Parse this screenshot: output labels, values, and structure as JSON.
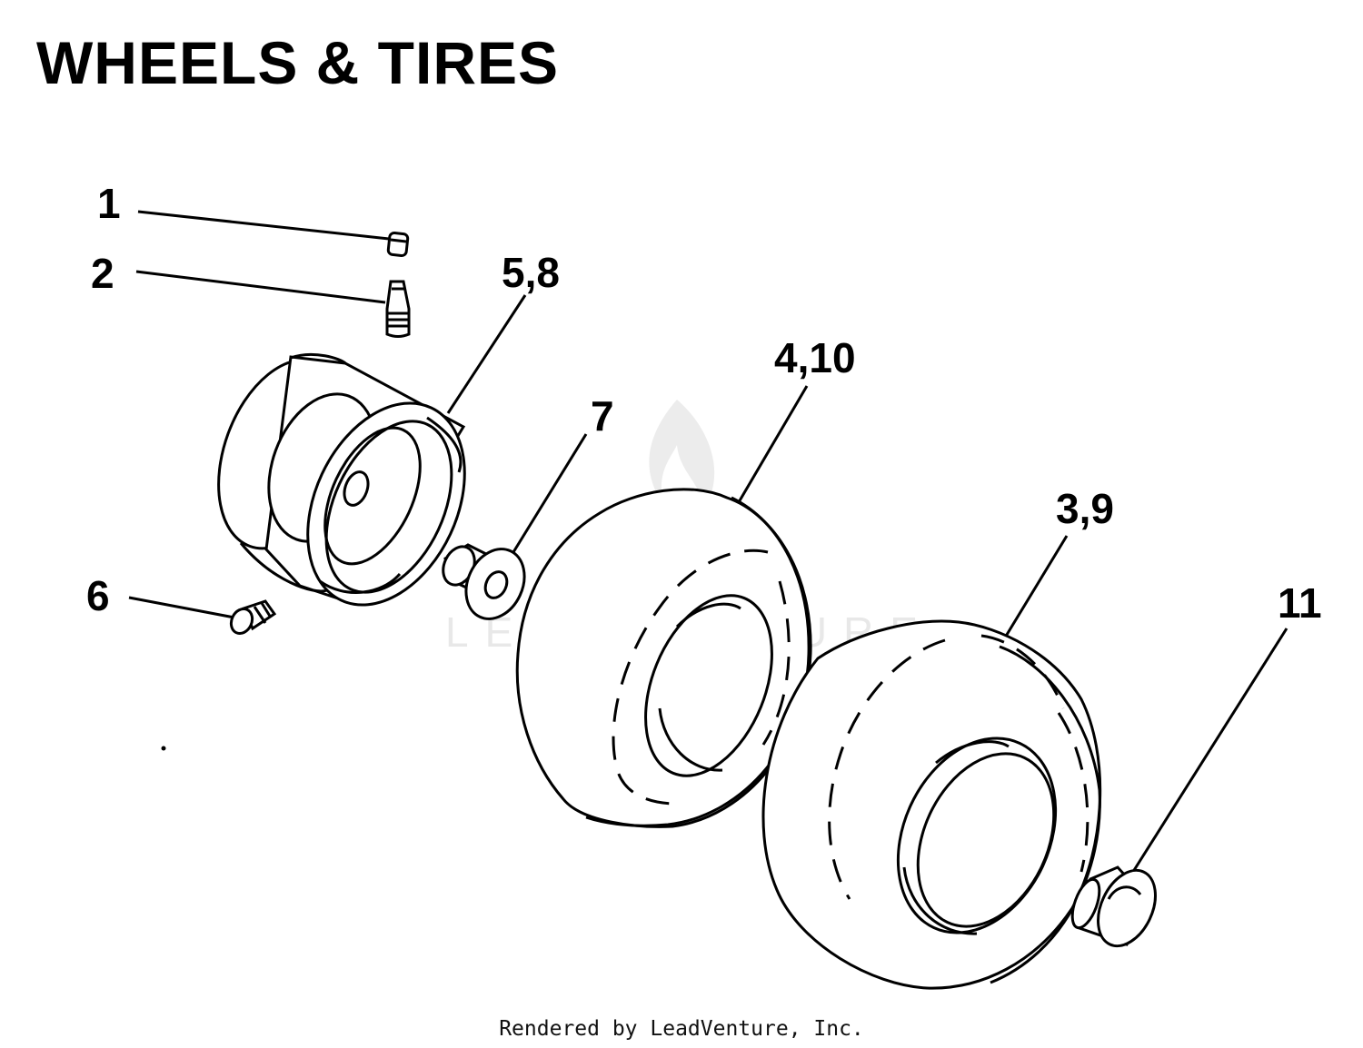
{
  "title": "WHEELS & TIRES",
  "callouts": {
    "c1": "1",
    "c2": "2",
    "c58": "5,8",
    "c7": "7",
    "c410": "4,10",
    "c39": "3,9",
    "c11": "11",
    "c6": "6"
  },
  "watermark": "LEADVENTURE",
  "footer": "Rendered by LeadVenture, Inc."
}
